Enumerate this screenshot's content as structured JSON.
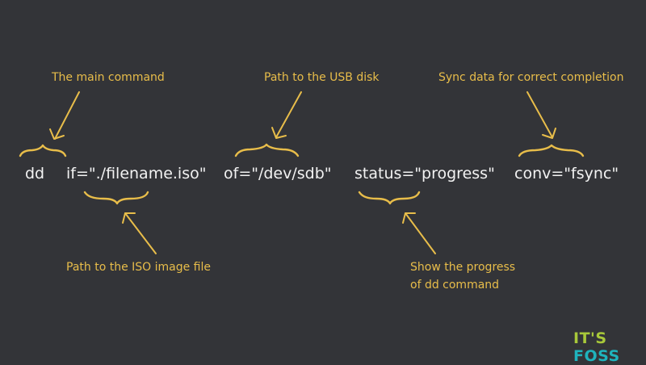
{
  "annotations": {
    "main_command": "The main command",
    "usb_disk": "Path to the USB disk",
    "sync": "Sync data for correct completion",
    "iso_file": "Path to the ISO image file",
    "progress_line1": "Show the progress",
    "progress_line2": "of dd command"
  },
  "command": {
    "dd": "dd",
    "if": "if=\"./filename.iso\"",
    "of": "of=\"/dev/sdb\"",
    "status": "status=\"progress\"",
    "conv": "conv=\"fsync\""
  },
  "logo": {
    "its": "IT'S",
    "foss": "FOSS"
  },
  "colors": {
    "background": "#333438",
    "annotation": "#e8bd4a",
    "command_text": "#f2f2f2",
    "logo_its": "#a8c83a",
    "logo_foss": "#1fb3bd"
  }
}
